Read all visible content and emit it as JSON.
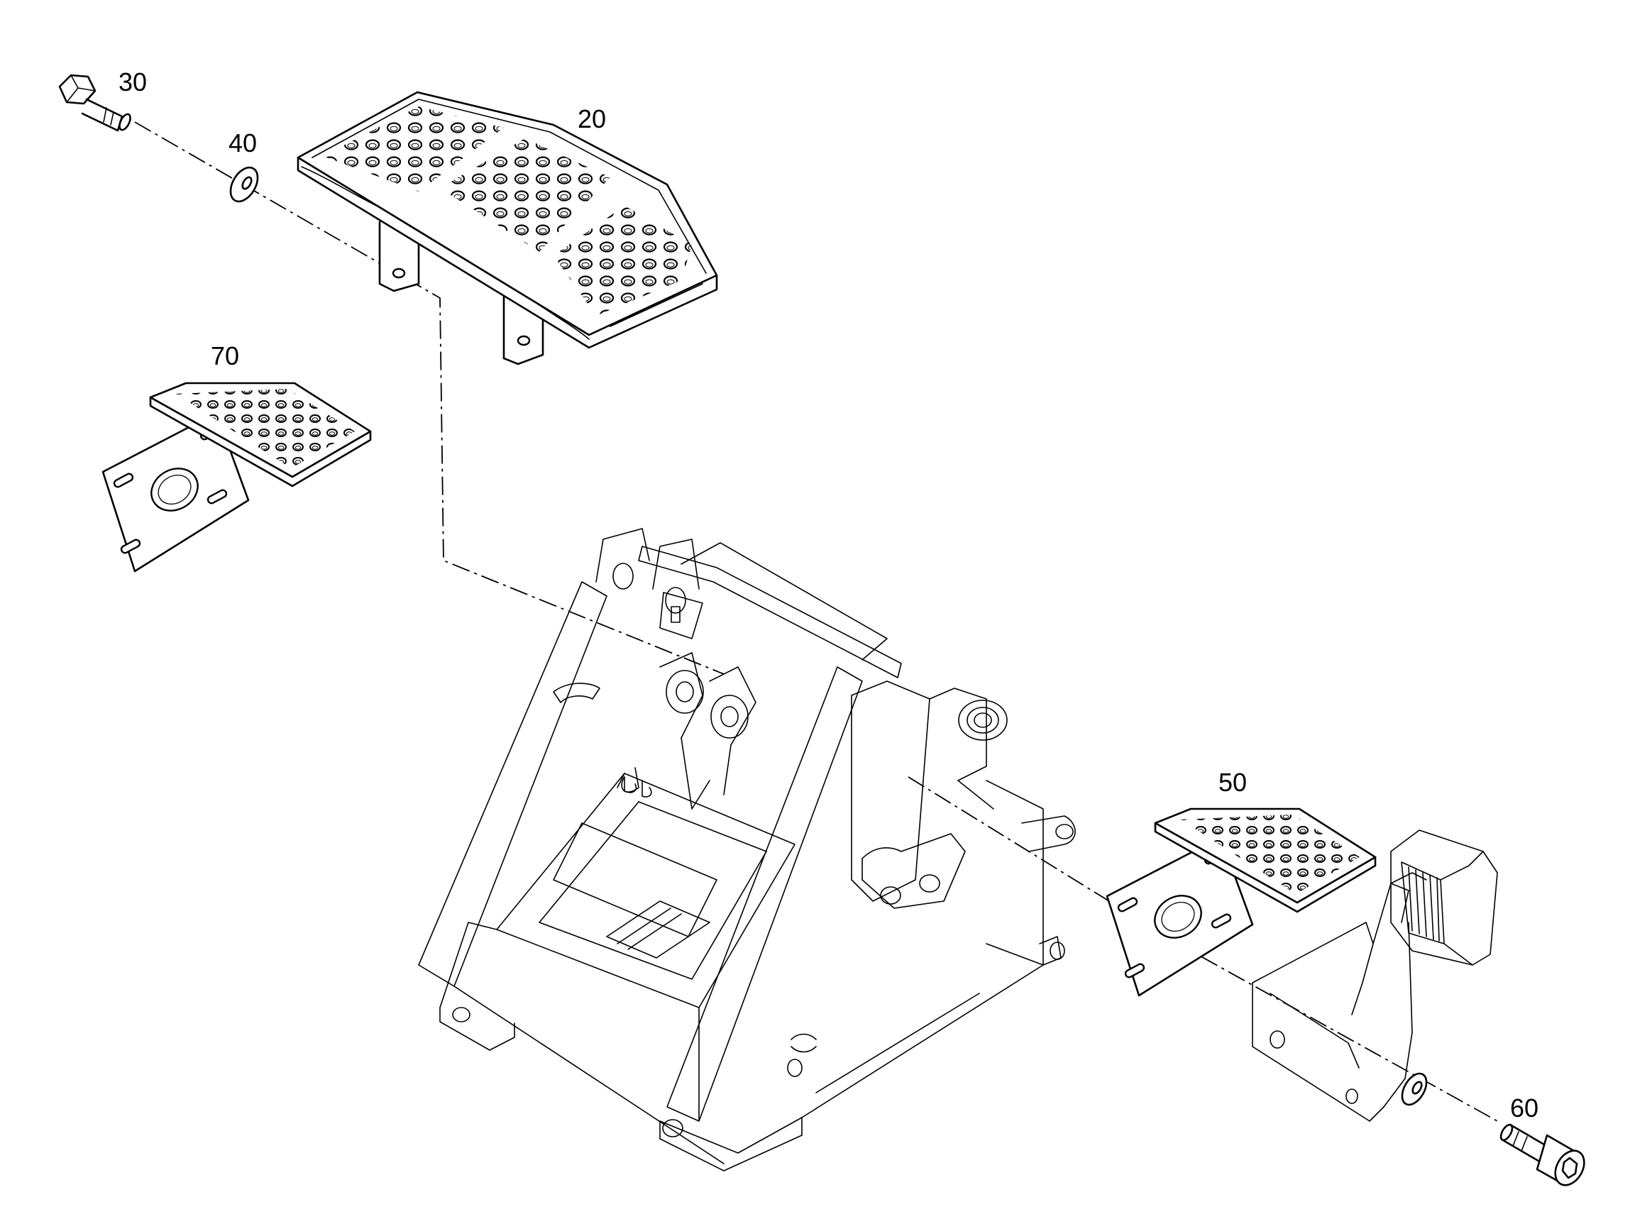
{
  "callouts": {
    "c20": "20",
    "c30": "30",
    "c40": "40",
    "c50": "50",
    "c60": "60",
    "c70": "70"
  }
}
